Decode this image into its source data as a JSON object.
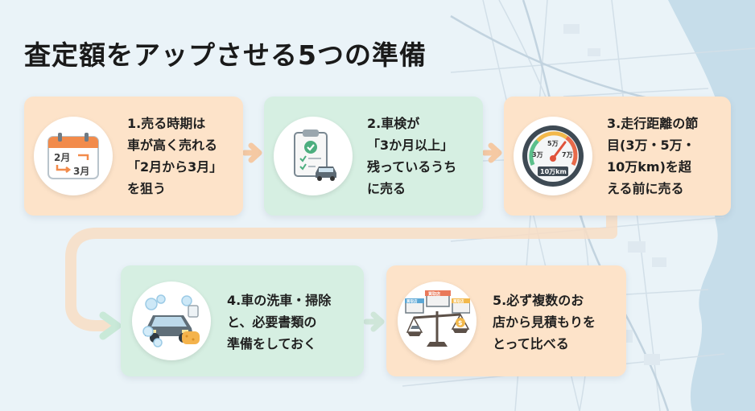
{
  "title": "査定額をアップさせる5つの準備",
  "steps": [
    {
      "lines": [
        "1.売る時期は",
        "車が高く売れる",
        "「2月から3月」",
        "を狙う"
      ],
      "icon": "calendar-icon",
      "icon_text": [
        "2月",
        "3月"
      ],
      "color": "orange"
    },
    {
      "lines": [
        "2.車検が",
        "「3か月以上」",
        "残っているうち",
        "に売る"
      ],
      "icon": "inspection-clipboard-icon",
      "color": "green"
    },
    {
      "lines": [
        "3.走行距離の節",
        "目(3万・5万・",
        "10万km)を超",
        "える前に売る"
      ],
      "icon": "odometer-icon",
      "icon_text": [
        "3万",
        "5万",
        "7万",
        "10万km"
      ],
      "color": "orange"
    },
    {
      "lines": [
        "4.車の洗車・掃除",
        "と、必要書類の",
        "準備をしておく"
      ],
      "icon": "car-wash-icon",
      "color": "green"
    },
    {
      "lines": [
        "5.必ず複数のお",
        "店から見積もりを",
        "とって比べる"
      ],
      "icon": "compare-shops-icon",
      "icon_text": [
        "買取店",
        "買取店",
        "買取店"
      ],
      "color": "orange"
    }
  ],
  "colors": {
    "orange_card": "#fde3c9",
    "green_card": "#d6efe2",
    "arrow": "#f5c9a3",
    "flow": "#c9e9d8"
  }
}
